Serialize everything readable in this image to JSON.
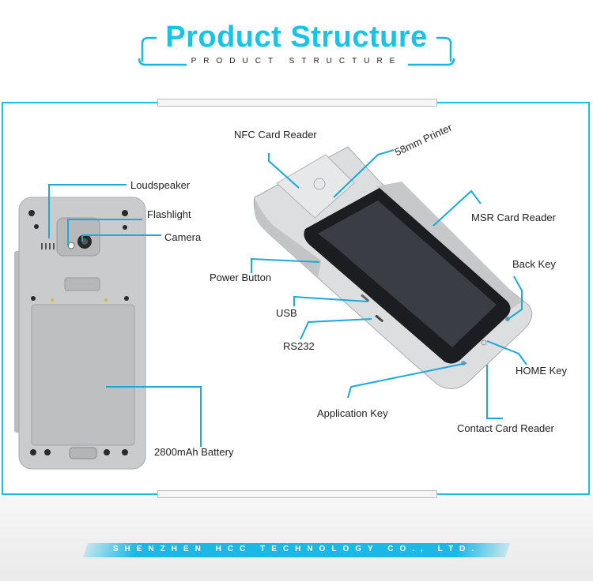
{
  "header": {
    "title": "Product Structure",
    "subtitle": "PRODUCT STRUCTURE"
  },
  "footer": {
    "company": "SHENZHEN HCC TECHNOLOGY CO., LTD."
  },
  "labels": {
    "loudspeaker": "Loudspeaker",
    "flashlight": "Flashlight",
    "camera": "Camera",
    "battery": "2800mAh Battery",
    "nfc": "NFC Card Reader",
    "printer": "58mm Printer",
    "msr": "MSR Card Reader",
    "power": "Power Button",
    "back": "Back Key",
    "usb": "USB",
    "rs232": "RS232",
    "home": "HOME Key",
    "app": "Application Key",
    "contact": "Contact Card Reader"
  },
  "colors": {
    "accent": "#18c3ea",
    "leader": "#1aa9dd",
    "device_body": "#c9cbcc",
    "screen": "#2a2d31"
  }
}
